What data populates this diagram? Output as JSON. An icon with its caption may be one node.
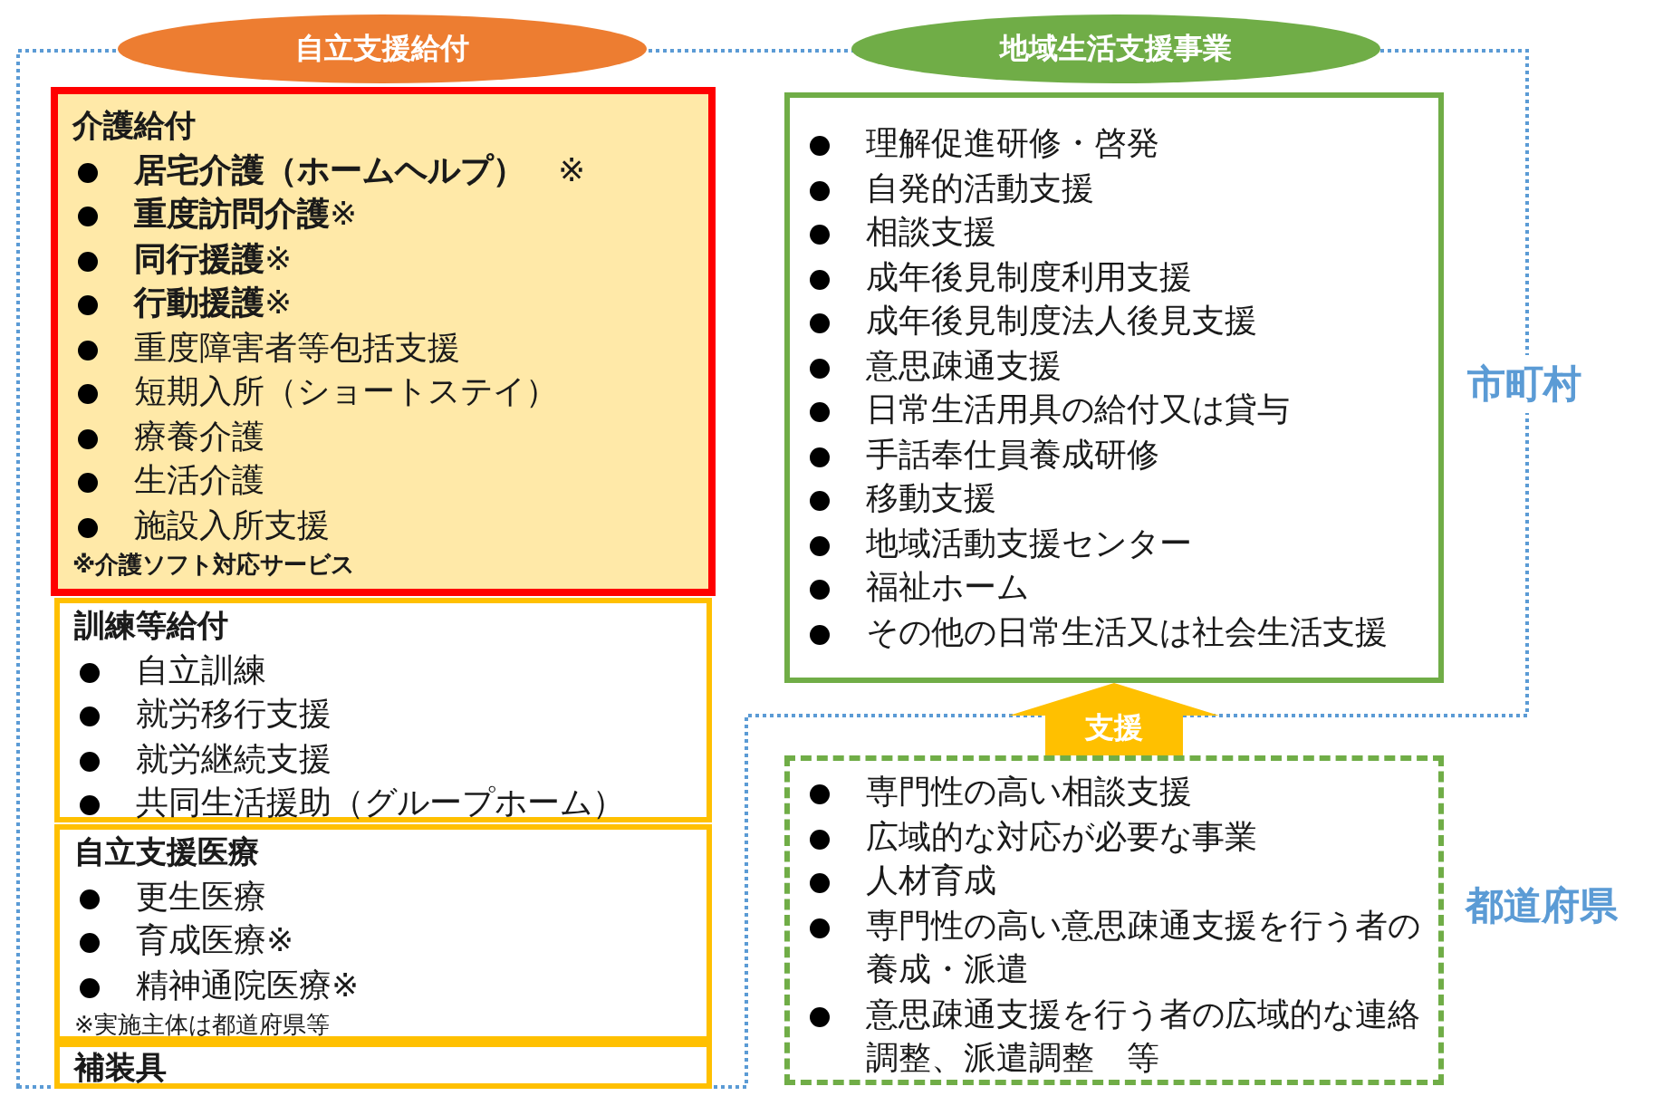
{
  "diagram": {
    "nodes": [
      {
        "text": [
          "自立支援給付"
        ]
      },
      {
        "text": [
          "地域生活支援事業"
        ]
      },
      {
        "text": [
          "介護給付",
          "**居宅介護（ホームヘルプ）**　※",
          "**重度訪問介護**※",
          "**同行援護**※",
          "**行動援護**※",
          "重度障害者等包括支援",
          "短期入所（ショートステイ）",
          "療養介護",
          "生活介護",
          "施設入所支援",
          "※介護ソフト対応サービス"
        ]
      },
      {
        "text": [
          "訓練等給付",
          "自立訓練",
          "就労移行支援",
          "就労継続支援",
          "共同生活援助（グループホーム）"
        ]
      },
      {
        "text": [
          "自立支援医療",
          "更生医療",
          "育成医療※",
          "精神通院医療※",
          "※実施主体は都道府県等"
        ]
      },
      {
        "text": [
          "補装具"
        ]
      },
      {
        "text": [
          "理解促進研修・啓発",
          "自発的活動支援",
          "相談支援",
          "成年後見制度利用支援",
          "成年後見制度法人後見支援",
          "意思疎通支援",
          "日常生活用具の給付又は貸与",
          "手話奉仕員養成研修",
          "移動支援",
          "地域活動支援センター",
          "福祉ホーム",
          "その他の日常生活又は社会生活支援"
        ]
      },
      {
        "text": [
          "専門性の高い相談支援",
          "広域的な対応が必要な事業",
          "人材育成",
          "専門性の高い意思疎通支援を行う者の養成・派遣",
          "意思疎通支援を行う者の広域的な連絡調整、派遣調整　等"
        ]
      }
    ],
    "edges": [
      {
        "from": 7,
        "to": 6,
        "arrow": "to",
        "label": "支援"
      }
    ],
    "labels": [
      "市町村",
      "都道府県"
    ]
  }
}
